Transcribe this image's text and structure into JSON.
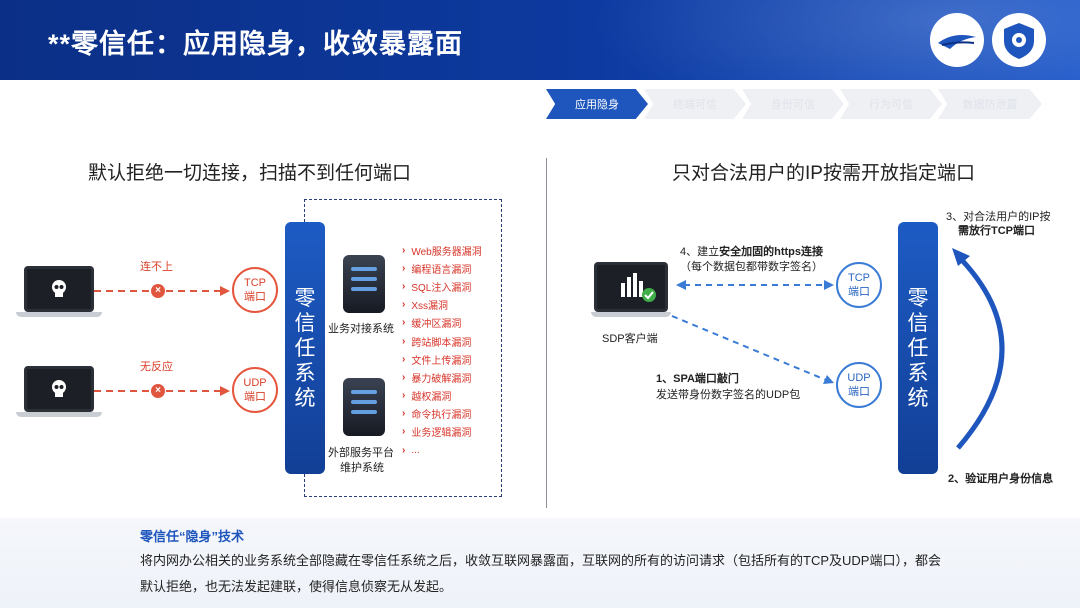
{
  "header": {
    "title": "**零信任：应用隐身，收敛暴露面"
  },
  "steps": [
    "应用隐身",
    "终端可信",
    "身份可信",
    "行为可信",
    "数据防泄露"
  ],
  "left": {
    "heading": "默认拒绝一切连接，扫描不到任何端口",
    "labels": {
      "no_connect": "连不上",
      "no_response": "无反应"
    },
    "ports": {
      "tcp": [
        "TCP",
        "端口"
      ],
      "udp": [
        "UDP",
        "端口"
      ]
    },
    "zero_trust": [
      "零",
      "信",
      "任",
      "系",
      "统"
    ],
    "servers": {
      "business": "业务对接系统",
      "external_line1": "外部服务平台",
      "external_line2": "维护系统"
    },
    "vulnerabilities": [
      "Web服务器漏洞",
      "编程语言漏洞",
      "SQL注入漏洞",
      "Xss漏洞",
      "缓冲区漏洞",
      "跨站脚本漏洞",
      "文件上传漏洞",
      "暴力破解漏洞",
      "越权漏洞",
      "命令执行漏洞",
      "业务逻辑漏洞",
      "..."
    ]
  },
  "right": {
    "heading": "只对合法用户的IP按需开放指定端口",
    "client_label": "SDP客户端",
    "ports": {
      "tcp": [
        "TCP",
        "端口"
      ],
      "udp": [
        "UDP",
        "端口"
      ]
    },
    "zero_trust": [
      "零",
      "信",
      "任",
      "系",
      "统"
    ],
    "step1_title": "1、SPA端口敲门",
    "step1_desc": "发送带身份数字签名的UDP包",
    "step2": "2、验证用户身份信息",
    "step3_line1": "3、对合法用户的IP按",
    "step3_line2": "需放行TCP端口",
    "step4_prefix": "4、建立",
    "step4_bold": "安全加固的https连接",
    "step4_note": "（每个数据包都带数字签名）"
  },
  "footer": {
    "title": "零信任“隐身”技术",
    "body_line1": "将内网办公相关的业务系统全部隐藏在零信任系统之后，收敛互联网暴露面，互联网的所有的访问请求（包括所有的TCP及UDP端口），都会",
    "body_line2": "默认拒绝，也无法发起建联，使得信息侦察无从发起。"
  },
  "colors": {
    "primary": "#1f56bd",
    "danger": "#e0563e",
    "link": "#3a7bd5"
  }
}
